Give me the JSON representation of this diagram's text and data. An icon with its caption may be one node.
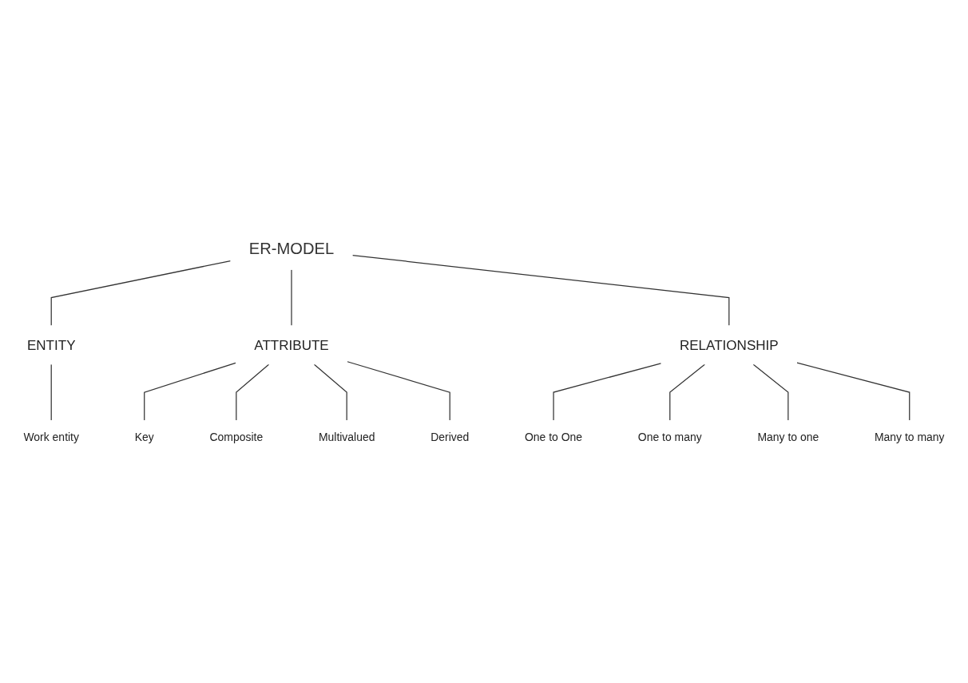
{
  "diagram": {
    "nodes": [
      {
        "text": [
          "ER-MODEL"
        ]
      },
      {
        "text": [
          "ENTITY"
        ]
      },
      {
        "text": [
          "ATTRIBUTE"
        ]
      },
      {
        "text": [
          "RELATIONSHIP"
        ]
      },
      {
        "text": [
          "Work entity"
        ]
      },
      {
        "text": [
          "Key"
        ]
      },
      {
        "text": [
          "Composite"
        ]
      },
      {
        "text": [
          "Multivalued"
        ]
      },
      {
        "text": [
          "Derived"
        ]
      },
      {
        "text": [
          "One to One"
        ]
      },
      {
        "text": [
          "One to many"
        ]
      },
      {
        "text": [
          "Many to one"
        ]
      },
      {
        "text": [
          "Many to many"
        ]
      }
    ],
    "edges": [
      {
        "from": 0,
        "to": 1,
        "arrow": "none"
      },
      {
        "from": 0,
        "to": 2,
        "arrow": "none"
      },
      {
        "from": 0,
        "to": 3,
        "arrow": "none"
      },
      {
        "from": 1,
        "to": 4,
        "arrow": "none"
      },
      {
        "from": 2,
        "to": 5,
        "arrow": "none"
      },
      {
        "from": 2,
        "to": 6,
        "arrow": "none"
      },
      {
        "from": 2,
        "to": 7,
        "arrow": "none"
      },
      {
        "from": 2,
        "to": 8,
        "arrow": "none"
      },
      {
        "from": 3,
        "to": 9,
        "arrow": "none"
      },
      {
        "from": 3,
        "to": 10,
        "arrow": "none"
      },
      {
        "from": 3,
        "to": 11,
        "arrow": "none"
      },
      {
        "from": 3,
        "to": 12,
        "arrow": "none"
      }
    ]
  }
}
